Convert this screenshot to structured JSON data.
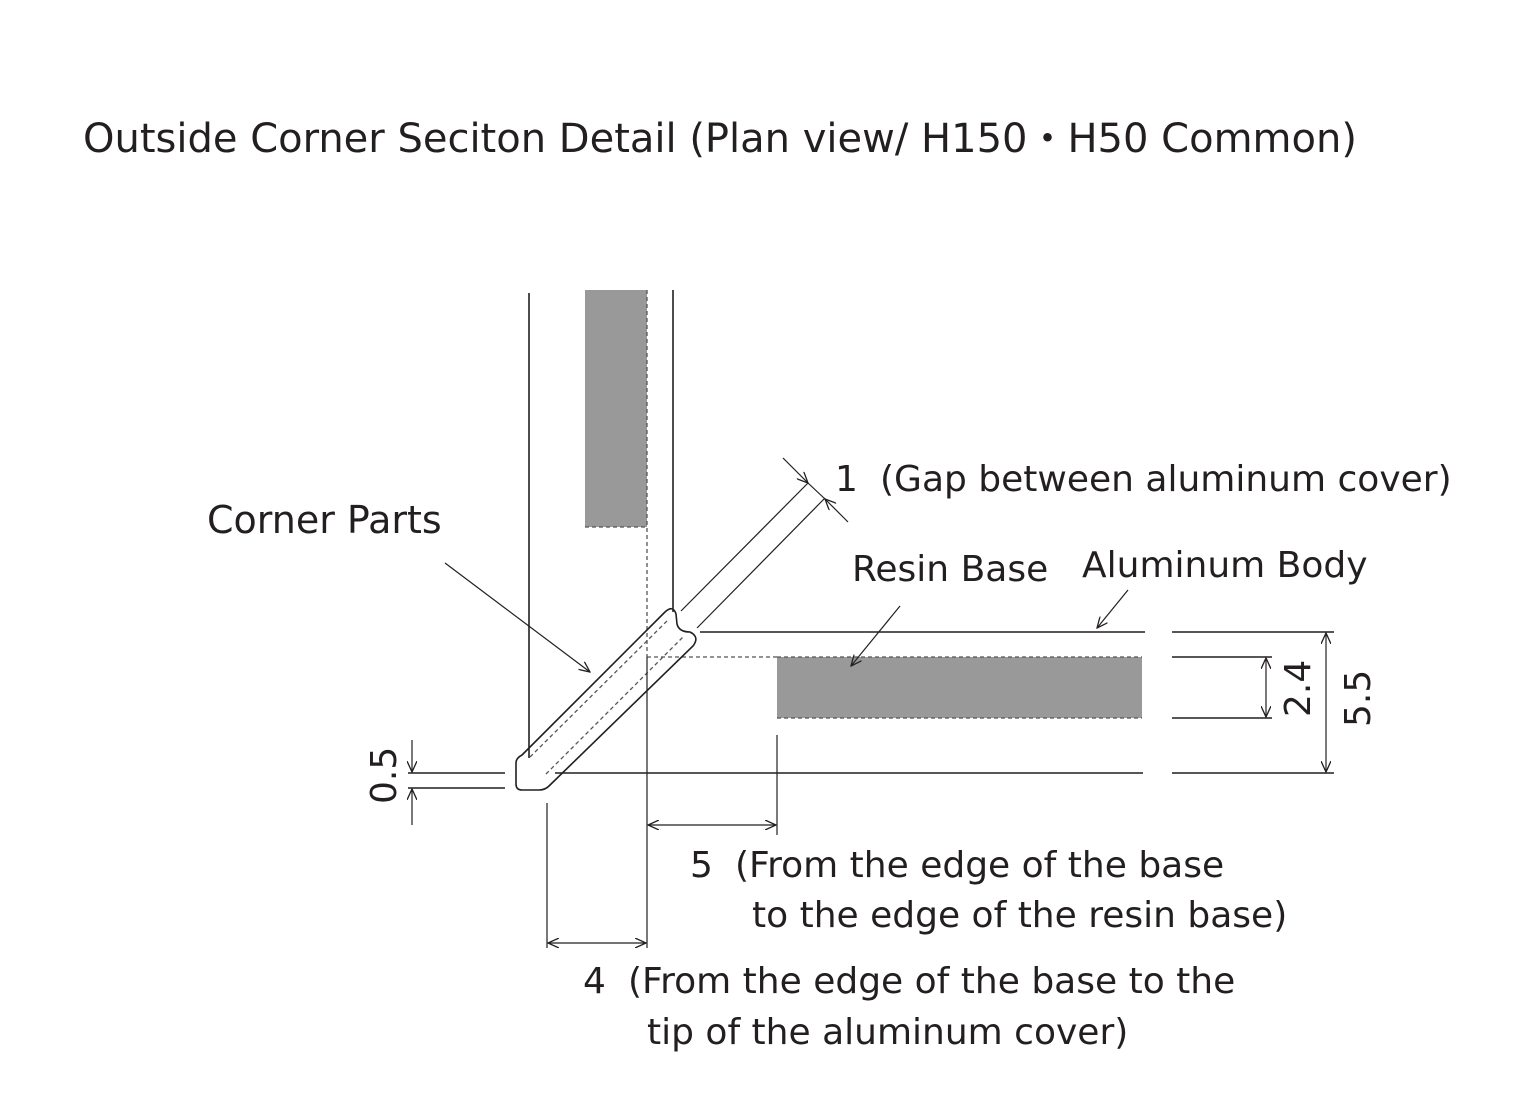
{
  "title": "Outside Corner Seciton Detail (Plan view/ H150・H50 Common)",
  "labels": {
    "corner_parts": "Corner Parts",
    "resin_base": "Resin Base",
    "aluminum_body": "Aluminum Body"
  },
  "dimensions": {
    "gap": {
      "value": "1",
      "note": "(Gap between aluminum cover)"
    },
    "resin_height": {
      "value": "2.4"
    },
    "total_height": {
      "value": "5.5"
    },
    "offset": {
      "value": "0.5"
    },
    "base_to_resin": {
      "value": "5",
      "note_line1": "(From the edge of the base",
      "note_line2": "to the edge of the resin base)"
    },
    "base_to_tip": {
      "value": "4",
      "note_line1": "(From the edge of the base to the",
      "note_line2": "tip of the aluminum cover)"
    }
  },
  "colors": {
    "resin": "#999999",
    "line": "#231f20"
  }
}
